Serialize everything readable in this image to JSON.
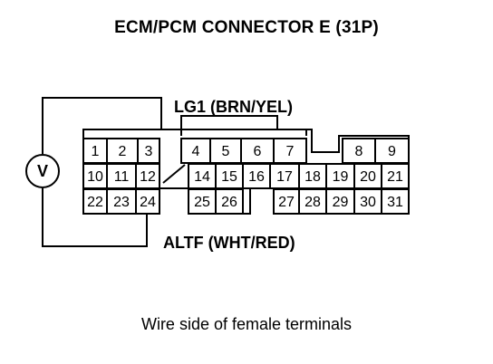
{
  "title": "ECM/PCM CONNECTOR E (31P)",
  "wire_label_top": "LG1 (BRN/YEL)",
  "wire_label_bottom": "ALTF (WHT/RED)",
  "caption": "Wire side of female terminals",
  "meter_symbol": "V",
  "connector": {
    "row1": [
      "1",
      "2",
      "3",
      "4",
      "5",
      "6",
      "7",
      "8",
      "9"
    ],
    "row2": [
      "10",
      "11",
      "12",
      "14",
      "15",
      "16",
      "17",
      "18",
      "19",
      "20",
      "21"
    ],
    "row3": [
      "22",
      "23",
      "24",
      "25",
      "26",
      "27",
      "28",
      "29",
      "30",
      "31"
    ]
  }
}
